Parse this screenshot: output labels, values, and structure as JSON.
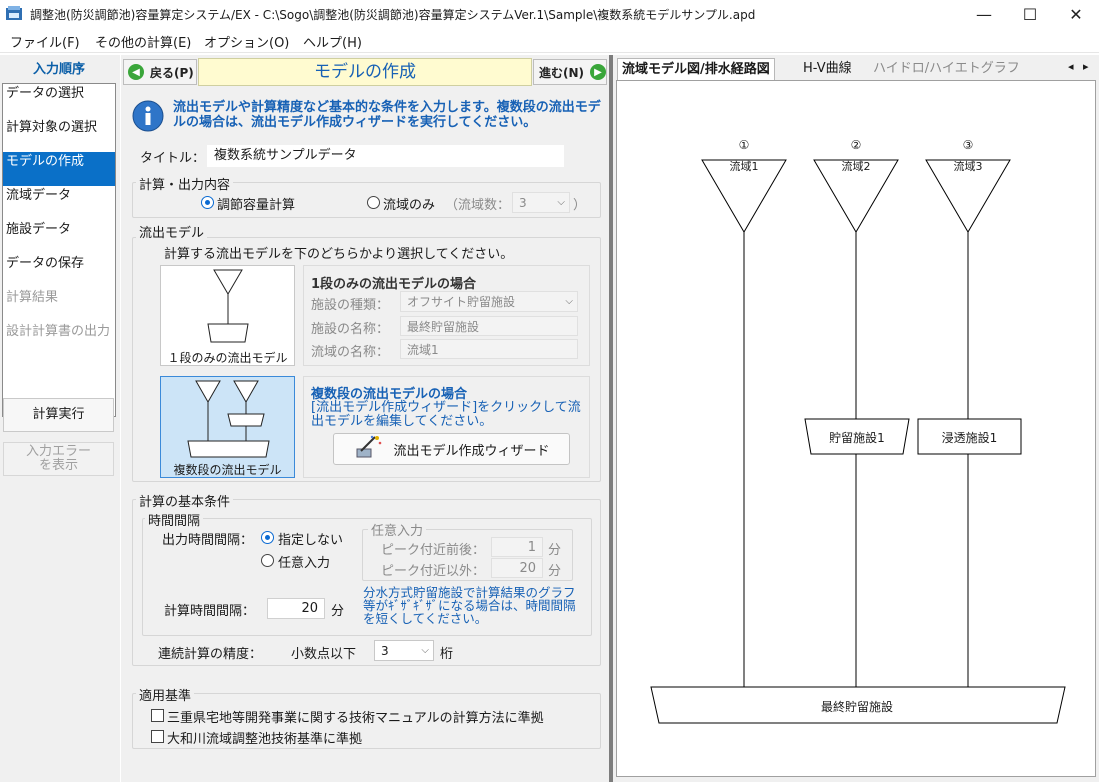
{
  "window": {
    "title": "調整池(防災調節池)容量算定システム/EX - C:\\Sogo\\調整池(防災調節池)容量算定システムVer.1\\Sample\\複数系統モデルサンプル.apd",
    "min_glyph": "—",
    "max_glyph": "☐",
    "close_glyph": "✕"
  },
  "menu": [
    "ファイル(F)",
    "その他の計算(E)",
    "オプション(O)",
    "ヘルプ(H)"
  ],
  "nav": {
    "heading": "入力順序",
    "items": [
      {
        "label": "データの選択",
        "state": "normal"
      },
      {
        "label": "計算対象の選択",
        "state": "normal"
      },
      {
        "label": "モデルの作成",
        "state": "active"
      },
      {
        "label": "流域データ",
        "state": "normal"
      },
      {
        "label": "施設データ",
        "state": "normal"
      },
      {
        "label": "データの保存",
        "state": "normal"
      },
      {
        "label": "計算結果",
        "state": "disabled"
      },
      {
        "label": "設計計算書の出力",
        "state": "disabled"
      }
    ],
    "run_button": "計算実行",
    "error_button": "入力エラーを表示"
  },
  "header": {
    "back_label": "戻る(P)",
    "title": "モデルの作成",
    "next_label": "進む(N)"
  },
  "info": {
    "icon": "info-icon",
    "text": "流出モデルや計算精度など基本的な条件を入力します。複数段の流出モデルの場合は、流出モデル作成ウィザードを実行してください。"
  },
  "title_field": {
    "label": "タイトル：",
    "value": "複数系統サンプルデータ"
  },
  "calc_output": {
    "group_title": "計算・出力内容",
    "opt1": "調節容量計算",
    "opt2": "流域のみ",
    "basin_count_label": "（流域数：",
    "basin_count_value": "3",
    "close_paren": "）"
  },
  "runoff_model": {
    "group_title": "流出モデル",
    "instruction": "計算する流出モデルを下のどちらかより選択してください。",
    "single_caption": "１段のみの流出モデル",
    "single_heading": "1段のみの流出モデルの場合",
    "facility_type_label": "施設の種類：",
    "facility_type_value": "オフサイト貯留施設",
    "facility_name_label": "施設の名称：",
    "facility_name_value": "最終貯留施設",
    "basin_name_label": "流域の名称：",
    "basin_name_value": "流域1",
    "multi_caption": "複数段の流出モデル",
    "multi_heading": "複数段の流出モデルの場合",
    "multi_text": "[流出モデル作成ウィザード]をクリックして流出モデルを編集してください。",
    "wizard_button": "流出モデル作成ウィザード"
  },
  "basic_conditions": {
    "group_title": "計算の基本条件",
    "interval_title": "時間間隔",
    "output_interval_label": "出力時間間隔：",
    "opt_none": "指定しない",
    "opt_any": "任意入力",
    "any_group_title": "任意入力",
    "peak_near_label": "ピーク付近前後：",
    "peak_near_value": "1",
    "peak_other_label": "ピーク付近以外：",
    "peak_other_value": "20",
    "unit_min": "分",
    "note": "分水方式貯留施設で計算結果のグラフ等がｷﾞｻﾞｷﾞｻﾞになる場合は、時間間隔を短くしてください。",
    "calc_interval_label": "計算時間間隔：",
    "calc_interval_value": "20",
    "precision_label": "連続計算の精度：",
    "precision_prefix": "小数点以下",
    "precision_value": "3",
    "precision_unit": "桁"
  },
  "standards": {
    "group_title": "適用基準",
    "check1": "三重県宅地等開発事業に関する技術マニュアルの計算方法に準拠",
    "check2": "大和川流域調整池技術基準に準拠"
  },
  "right_tabs": {
    "tab1": "流域モデル図/排水経路図",
    "tab2": "H-V曲線",
    "tab3": "ハイドロ/ハイエトグラフ",
    "scroll_left": "◂",
    "scroll_right": "▸"
  },
  "diagram": {
    "basins": [
      {
        "num": "①",
        "name": "流域1"
      },
      {
        "num": "②",
        "name": "流域2"
      },
      {
        "num": "③",
        "name": "流域3"
      }
    ],
    "facility1": "貯留施設1",
    "facility2": "浸透施設1",
    "final_facility": "最終貯留施設"
  }
}
